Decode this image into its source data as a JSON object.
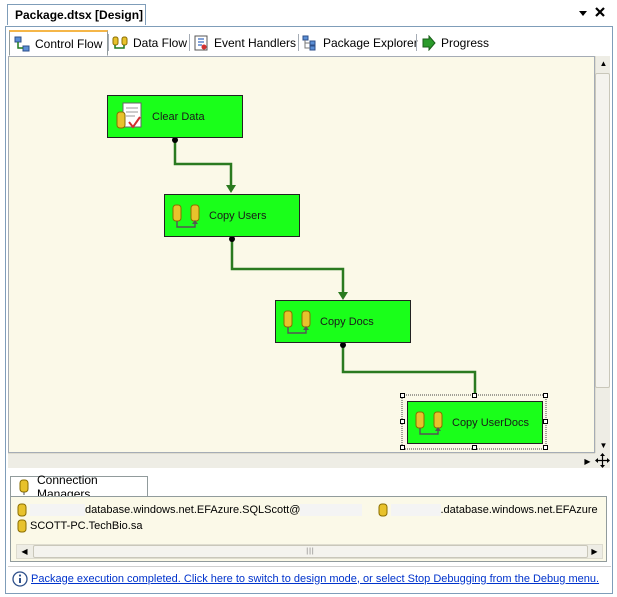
{
  "document": {
    "title": "Package.dtsx [Design]"
  },
  "designer_tabs": [
    {
      "label": "Control Flow",
      "icon": "control-flow-icon",
      "active": true
    },
    {
      "label": "Data Flow",
      "icon": "data-flow-icon",
      "active": false
    },
    {
      "label": "Event Handlers",
      "icon": "event-handlers-icon",
      "active": false
    },
    {
      "label": "Package Explorer",
      "icon": "package-explorer-icon",
      "active": false
    },
    {
      "label": "Progress",
      "icon": "progress-arrow-icon",
      "active": false
    }
  ],
  "tasks": [
    {
      "label": "Clear Data",
      "icon": "execute-sql-task-icon"
    },
    {
      "label": "Copy Users",
      "icon": "transfer-task-icon"
    },
    {
      "label": "Copy Docs",
      "icon": "transfer-task-icon"
    },
    {
      "label": "Copy UserDocs",
      "icon": "transfer-task-icon",
      "selected": true
    }
  ],
  "connection_managers": {
    "tab_label": "Connection Managers",
    "items": [
      {
        "text": "database.windows.net.EFAzure.SQLScott@",
        "redacted_prefix": "xxxxxxxxxx"
      },
      {
        "text": ".database.windows.net.EFAzure",
        "redacted_prefix": "xxxxxxxxx"
      },
      {
        "text": "SCOTT-PC.TechBio.sa"
      }
    ]
  },
  "status": {
    "message": "Package execution completed. Click here to switch to design mode, or select Stop Debugging from the Debug menu."
  },
  "colors": {
    "task_fill": "#1aff1a",
    "precedence_constraint": "#2a7a1f",
    "surface": "#fbf9e8",
    "link": "#0033cc"
  }
}
